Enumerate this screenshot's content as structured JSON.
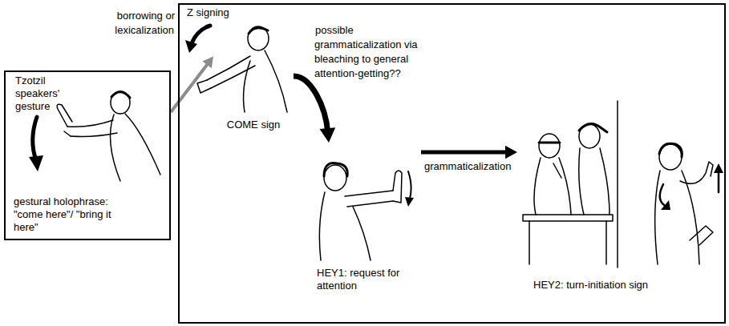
{
  "diagram": {
    "nodes": [
      {
        "text": [
          "Tzotzil speakers' gesture",
          "gestural holophrase: \"come here\"/ \"bring it here\""
        ]
      },
      {
        "text": [
          "Z signing"
        ]
      },
      {
        "text": [
          "COME sign"
        ],
        "in": 1
      },
      {
        "text": [
          "HEY1: request for attention"
        ],
        "in": 1
      },
      {
        "text": [
          "HEY2: turn-initiation sign"
        ],
        "in": 1
      }
    ],
    "edges": [
      {
        "from": 0,
        "to": 2,
        "label": "borrowing or lexicalization",
        "arrow": "to"
      },
      {
        "from": 2,
        "to": 3,
        "label": "possible grammaticalization via bleaching to general attention-getting??",
        "arrow": "to"
      },
      {
        "from": 3,
        "to": 4,
        "label": "grammaticalization",
        "arrow": "to"
      }
    ]
  }
}
